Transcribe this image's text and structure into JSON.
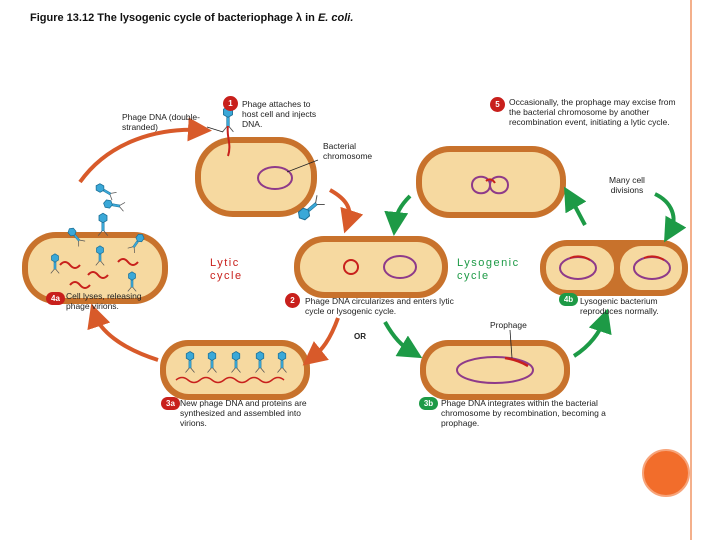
{
  "title": {
    "prefix": "Figure 13.12 The lysogenic cycle of bacteriophage λ in",
    "organism": "E. coli."
  },
  "labels": {
    "phage_dna": "Phage DNA (double-stranded)",
    "step1": "Phage attaches to host cell and injects DNA.",
    "bacterial_chromosome": "Bacterial chromosome",
    "step5": "Occasionally, the prophage may excise from the bacterial chromosome by another recombination event, initiating a lytic cycle.",
    "many_divisions": "Many cell divisions",
    "lytic_cycle": "Lytic cycle",
    "lysogenic_cycle": "Lysogenic cycle",
    "step4a": "Cell lyses, releasing phage virions.",
    "step2": "Phage DNA circularizes and enters lytic cycle or lysogenic cycle.",
    "step4b": "Lysogenic bacterium reproduces normally.",
    "prophage": "Prophage",
    "or": "OR",
    "step3a": "New phage DNA and proteins are synthesized and assembled into virions.",
    "step3b": "Phage DNA integrates within the bacterial chromosome by recombination, becoming a prophage."
  },
  "steps": {
    "s1": "1",
    "s2": "2",
    "s3a": "3a",
    "s3b": "3b",
    "s4a": "4a",
    "s4b": "4b",
    "s5": "5"
  },
  "colors": {
    "lytic": "#c8201c",
    "lysogenic": "#1d9a46",
    "cell_wall": "#c8722c",
    "cytoplasm": "#f6d9a0",
    "chromosome": "#8e3a8a",
    "phage_dna": "#c8201c"
  }
}
